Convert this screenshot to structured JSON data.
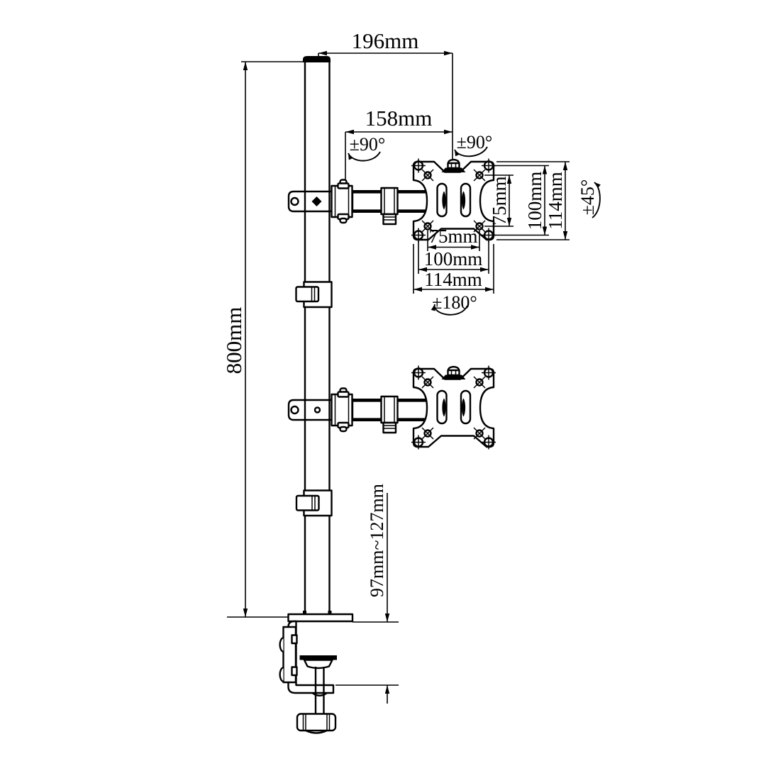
{
  "drawing": {
    "type": "technical-drawing",
    "subject": "dual-monitor vertical pole desk mount with VESA plates and C-clamp"
  },
  "labels": {
    "dim_top_offset": "196mm",
    "dim_arm_reach": "158mm",
    "rot_arm_swivel": "±90°",
    "rot_head_swivel": "±90°",
    "vesa_side_75": "75mm",
    "vesa_side_100": "100mm",
    "vesa_side_114": "114mm",
    "tilt_range": "±45°",
    "vesa_bottom_75": "75mm",
    "vesa_bottom_100": "100mm",
    "vesa_bottom_114": "114mm",
    "rot_rotation": "±180°",
    "dim_pole_height": "800mm",
    "dim_clamp_range": "97mm~127mm"
  },
  "colors": {
    "line": "#000000",
    "background": "#ffffff"
  }
}
